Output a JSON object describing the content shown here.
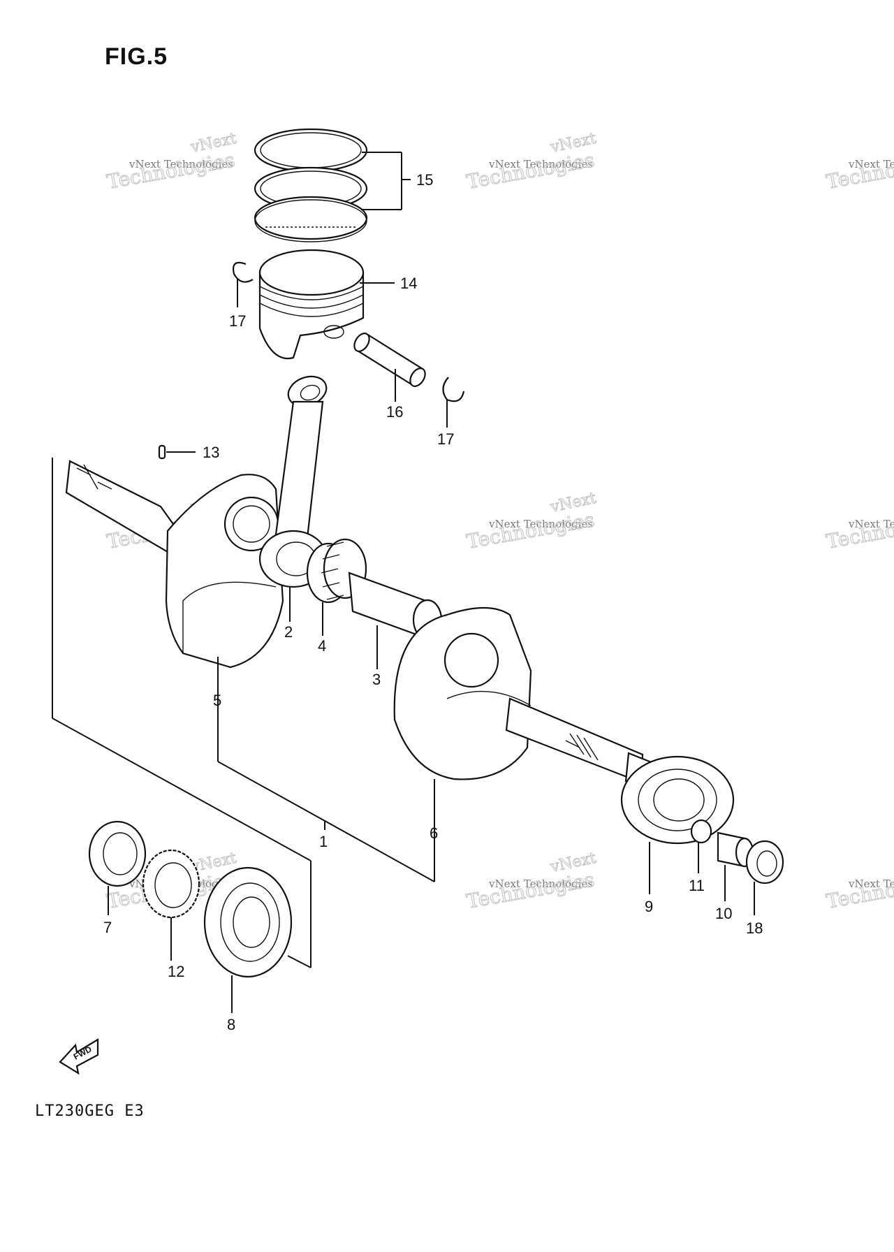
{
  "figure": {
    "title": "FIG.5",
    "model": "LT230GEG E3"
  },
  "watermark": {
    "line1": "vNext Technologies",
    "line2": "Technologies",
    "line3": "vNext"
  },
  "callouts": [
    {
      "id": "15",
      "label": "15"
    },
    {
      "id": "14",
      "label": "14"
    },
    {
      "id": "17a",
      "label": "17"
    },
    {
      "id": "16",
      "label": "16"
    },
    {
      "id": "17b",
      "label": "17"
    },
    {
      "id": "13",
      "label": "13"
    },
    {
      "id": "2",
      "label": "2"
    },
    {
      "id": "4",
      "label": "4"
    },
    {
      "id": "3",
      "label": "3"
    },
    {
      "id": "5",
      "label": "5"
    },
    {
      "id": "1",
      "label": "1"
    },
    {
      "id": "6",
      "label": "6"
    },
    {
      "id": "7",
      "label": "7"
    },
    {
      "id": "12",
      "label": "12"
    },
    {
      "id": "8",
      "label": "8"
    },
    {
      "id": "9",
      "label": "9"
    },
    {
      "id": "11",
      "label": "11"
    },
    {
      "id": "10",
      "label": "10"
    },
    {
      "id": "18",
      "label": "18"
    }
  ],
  "fwd_label": "FWD"
}
